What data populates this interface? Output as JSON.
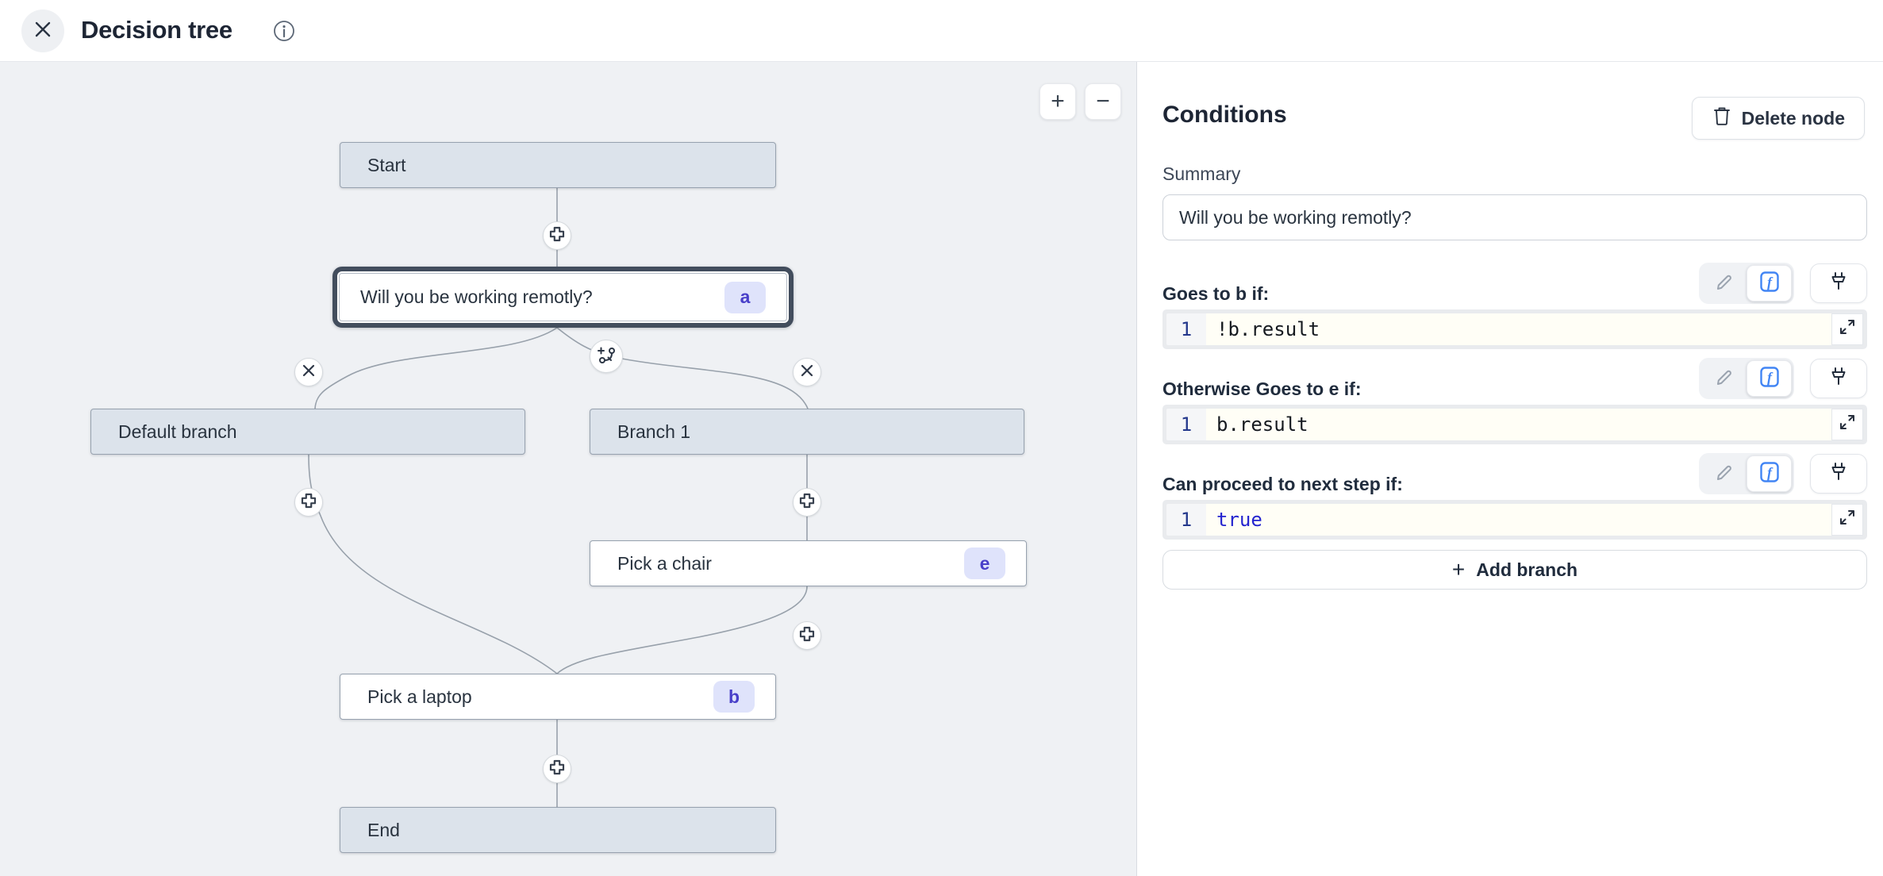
{
  "header": {
    "title": "Decision tree"
  },
  "canvas": {
    "zoom_in": "+",
    "zoom_out": "−",
    "nodes": [
      {
        "label": "Start"
      },
      {
        "label": "Will you be working remotly?",
        "badge": "a"
      },
      {
        "label": "Default branch"
      },
      {
        "label": "Branch 1"
      },
      {
        "label": "Pick a chair",
        "badge": "e"
      },
      {
        "label": "Pick a laptop",
        "badge": "b"
      },
      {
        "label": "End"
      }
    ]
  },
  "panel": {
    "title": "Conditions",
    "delete_button": "Delete node",
    "summary_label": "Summary",
    "summary_value": "Will you be working remotly?",
    "sections": [
      {
        "label": "Goes to b if:",
        "line_number": "1",
        "code": "!b.result"
      },
      {
        "label": "Otherwise Goes to e if:",
        "line_number": "1",
        "code": "b.result"
      },
      {
        "label": "Can proceed to next step if:",
        "line_number": "1",
        "code": "true"
      }
    ],
    "add_branch_label": "Add branch",
    "add_branch_plus": "+"
  },
  "colors": {
    "accent_blue": "#4285f4",
    "badge_bg": "#dfe3fb",
    "badge_text": "#483fc9",
    "keyword_blue": "#2424cf",
    "node_gray_fill": "#dce3eb",
    "node_border": "#97a2af",
    "canvas_bg": "#eff1f4",
    "selected_border": "#424d5d",
    "code_bg": "#fffef6",
    "line_number": "#24388c"
  }
}
